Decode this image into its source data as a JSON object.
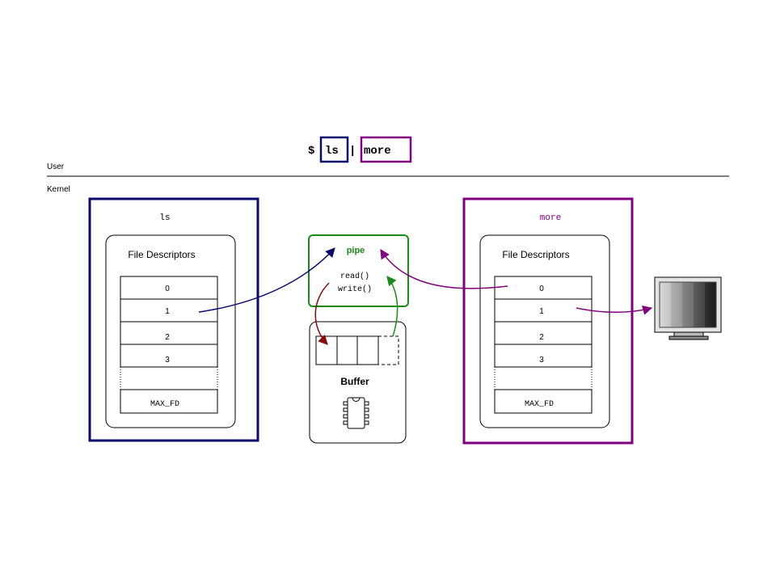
{
  "command": {
    "prompt": "$",
    "left_cmd": "ls",
    "pipe_symbol": "|",
    "right_cmd": "more"
  },
  "regions": {
    "user_label": "User",
    "kernel_label": "Kernel"
  },
  "left_process": {
    "name": "ls",
    "fd_title": "File Descriptors",
    "fds": [
      "0",
      "1",
      "2",
      "3"
    ],
    "max_label": "MAX_FD"
  },
  "pipe": {
    "title": "pipe",
    "read_label": "read()",
    "write_label": "write()"
  },
  "buffer": {
    "label": "Buffer"
  },
  "right_process": {
    "name": "more",
    "fd_title": "File Descriptors",
    "fds": [
      "0",
      "1",
      "2",
      "3"
    ],
    "max_label": "MAX_FD"
  },
  "colors": {
    "ls": "#0a0a6e",
    "more": "#800080",
    "pipe": "#1a8a1a",
    "read_arrow": "#8a0a0a"
  },
  "icons": {
    "chip": "chip-icon",
    "monitor": "monitor-icon"
  }
}
